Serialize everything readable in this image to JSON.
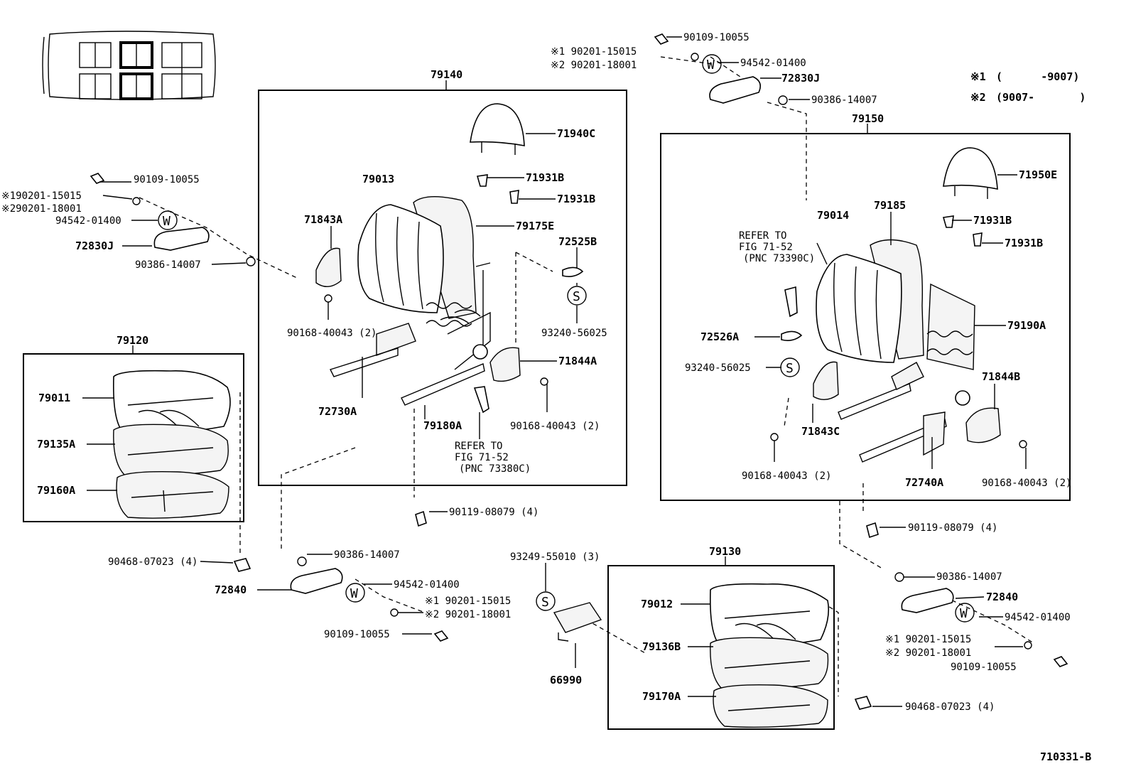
{
  "figure_code": "710331-B",
  "boxes": {
    "left_seat_group": "79140",
    "right_seat_group": "79150",
    "left_cushion_group": "79120",
    "right_cushion_group": "79130"
  },
  "legend": [
    {
      "mark": "※1",
      "range": "(      -9007)"
    },
    {
      "mark": "※2",
      "range": "(9007-       )"
    }
  ],
  "refer_notes": [
    {
      "line1": "REFER TO",
      "line2": "FIG 71-52",
      "line3": "(PNC 73390C)"
    },
    {
      "line1": "REFER TO",
      "line2": "FIG 71-52",
      "line3": "(PNC 73380C)"
    }
  ],
  "symbols": {
    "w": "W",
    "s": "S"
  },
  "labels": {
    "p1": "90109-10055",
    "p2": "※1 90201-15015",
    "p3": "※2 90201-18001",
    "p4": "94542-01400",
    "p5": "72830J",
    "p6": "90386-14007",
    "p7": "71940C",
    "p8": "71931B",
    "p9": "71931B",
    "p10": "79013",
    "p11": "79175E",
    "p12": "71843A",
    "p13": "72525B",
    "p14": "90168-40043 (2)",
    "p15": "93240-56025",
    "p16": "71844A",
    "p17": "72730A",
    "p18": "79180A",
    "p19": "90168-40043 (2)",
    "p20": "90119-08079 (4)",
    "p21": "90109-10055",
    "p22": "※190201-15015",
    "p23": "※290201-18001",
    "p24": "94542-01400",
    "p25": "72830J",
    "p26": "90386-14007",
    "p27": "79011",
    "p28": "79135A",
    "p29": "79160A",
    "p30": "90468-07023 (4)",
    "p31": "90386-14007",
    "p32": "72840",
    "p33": "94542-01400",
    "p34": "※1 90201-15015",
    "p35": "※2 90201-18001",
    "p36": "90109-10055",
    "p37": "93249-55010 (3)",
    "p38": "66990",
    "p39": "79012",
    "p40": "79136B",
    "p41": "79170A",
    "p42": "71950E",
    "p43": "79185",
    "p44": "79014",
    "p45": "71931B",
    "p46": "71931B",
    "p47": "79190A",
    "p48": "72526A",
    "p49": "93240-56025",
    "p50": "71843C",
    "p51": "71844B",
    "p52": "90168-40043 (2)",
    "p53": "72740A",
    "p54": "90168-40043 (2)",
    "p55": "90119-08079 (4)",
    "p56": "90386-14007",
    "p57": "72840",
    "p58": "94542-01400",
    "p59": "※1 90201-15015",
    "p60": "※2 90201-18001",
    "p61": "90109-10055",
    "p62": "90468-07023 (4)"
  }
}
